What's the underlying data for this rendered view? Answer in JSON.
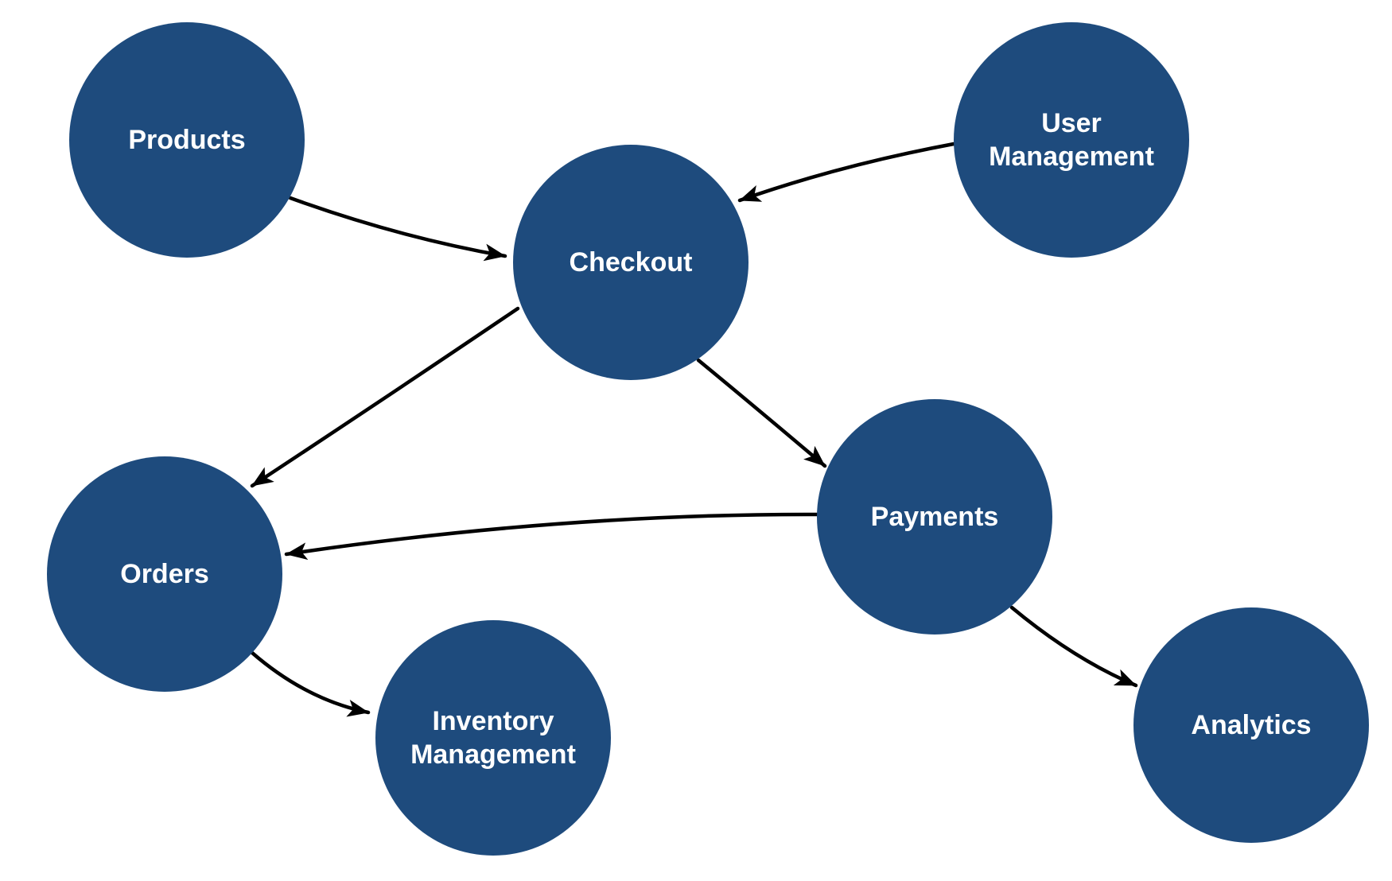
{
  "diagram": {
    "type": "directed-graph",
    "colors": {
      "background": "#ffffff",
      "node_fill": "#1e4b7d",
      "node_text": "#ffffff",
      "edge": "#000000"
    },
    "nodes": {
      "products": {
        "label": "Products"
      },
      "user_management": {
        "label": "User Management"
      },
      "checkout": {
        "label": "Checkout"
      },
      "payments": {
        "label": "Payments"
      },
      "orders": {
        "label": "Orders"
      },
      "inventory_management": {
        "label": "Inventory Management"
      },
      "analytics": {
        "label": "Analytics"
      }
    },
    "edges": [
      {
        "from": "Products",
        "to": "Checkout"
      },
      {
        "from": "User Management",
        "to": "Checkout"
      },
      {
        "from": "Checkout",
        "to": "Payments"
      },
      {
        "from": "Checkout",
        "to": "Orders"
      },
      {
        "from": "Payments",
        "to": "Orders"
      },
      {
        "from": "Orders",
        "to": "Inventory Management"
      },
      {
        "from": "Payments",
        "to": "Analytics"
      }
    ]
  }
}
